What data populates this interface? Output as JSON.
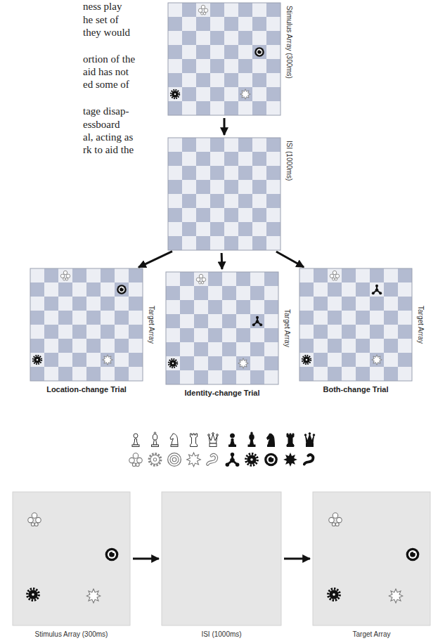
{
  "diagram": {
    "nodes": [
      {
        "text": [
          "Stimulus Array (300ms)"
        ]
      },
      {
        "text": [
          "ISI (1000ms)"
        ]
      },
      {
        "text": [
          "Target Array",
          "Location-change Trial"
        ]
      },
      {
        "text": [
          "Target Array",
          "Identity-change Trial"
        ]
      },
      {
        "text": [
          "Target Array",
          "Both-change Trial"
        ]
      },
      {
        "text": [
          "Stimulus Array (300ms)"
        ]
      },
      {
        "text": [
          "ISI (1000ms)"
        ]
      },
      {
        "text": [
          "Target Array"
        ]
      }
    ],
    "edges": [
      {
        "from": 0,
        "to": 1,
        "arrow": "to"
      },
      {
        "from": 1,
        "to": 2,
        "arrow": "to"
      },
      {
        "from": 1,
        "to": 3,
        "arrow": "to"
      },
      {
        "from": 1,
        "to": 4,
        "arrow": "to"
      },
      {
        "from": 5,
        "to": 6,
        "arrow": "to"
      },
      {
        "from": 6,
        "to": 7,
        "arrow": "to"
      }
    ],
    "labels": [
      "ness play",
      "he set of",
      "they would",
      "ortion of the",
      "aid has not",
      "ed some of",
      "tage disap-",
      "essboard",
      "al, acting as",
      "rk to aid the"
    ]
  }
}
